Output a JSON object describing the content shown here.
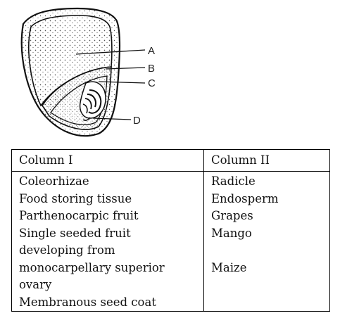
{
  "diagram": {
    "labels": [
      "A",
      "B",
      "C",
      "D"
    ]
  },
  "table": {
    "headers": [
      "Column I",
      "Column II"
    ],
    "column1": [
      "Coleorhizae",
      "Food storing tissue",
      "Parthenocarpic fruit",
      "Single seeded fruit",
      "developing from",
      "monocarpellary superior",
      "ovary",
      "Membranous seed coat"
    ],
    "column2": [
      "Radicle",
      "Endosperm",
      "Grapes",
      "Mango",
      "",
      "Maize"
    ]
  }
}
